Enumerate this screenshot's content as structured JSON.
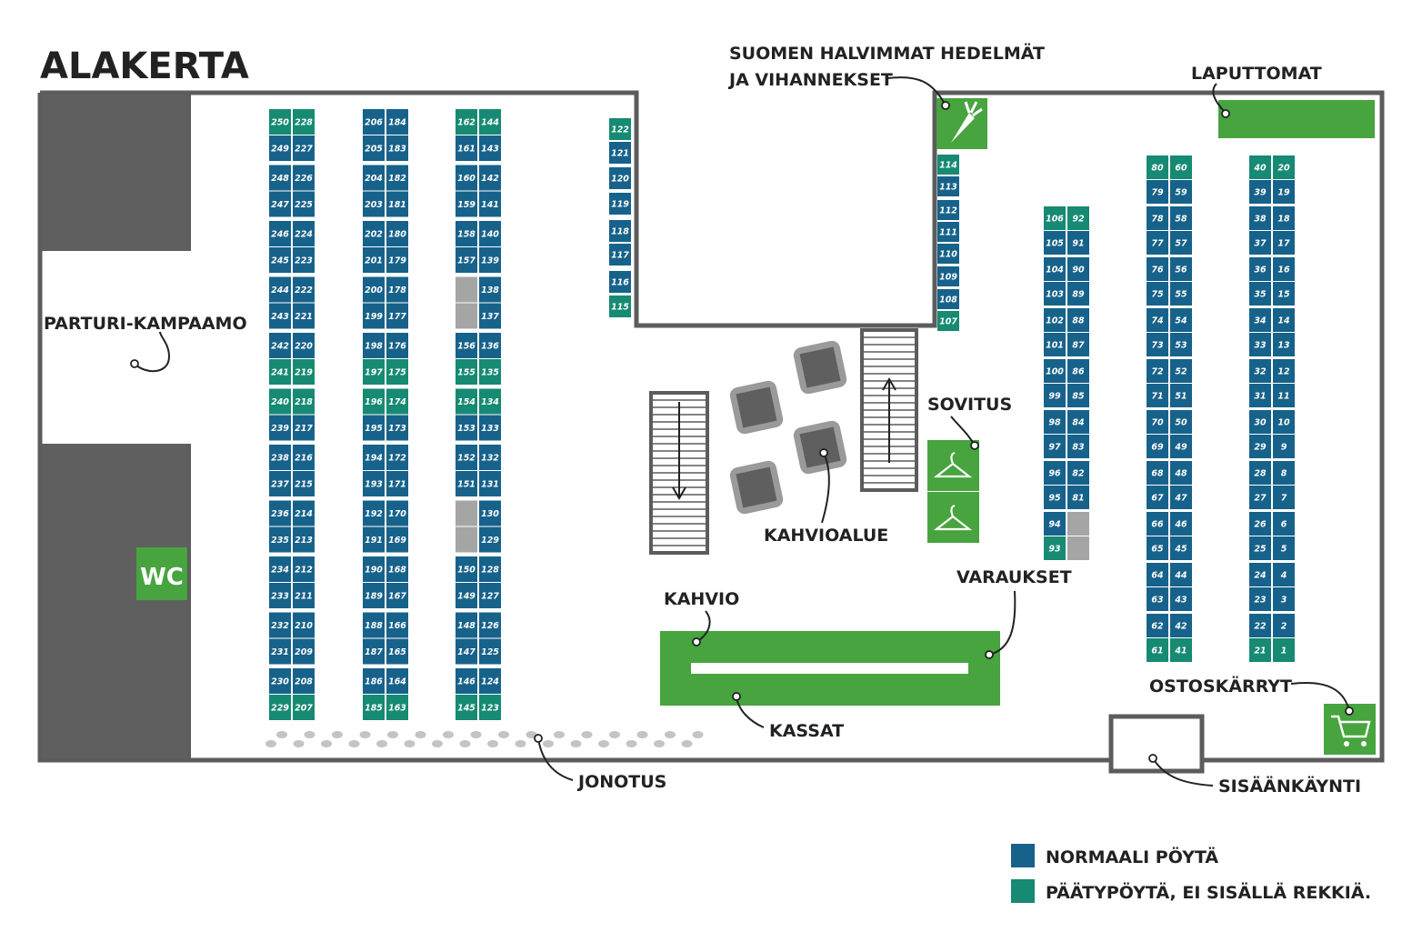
{
  "title": "ALAKERTA",
  "colors": {
    "normal": "#17628a",
    "end": "#168a72",
    "green": "#47a43f",
    "wall": "#5c5c5c",
    "dark_area": "#5f5f5f",
    "blocked": "#a5a5a5"
  },
  "labels": {
    "parturi": "PARTURI-KAMPAAMO",
    "wc": "WC",
    "hedelmat_1": "SUOMEN HALVIMMAT HEDELMÄT",
    "hedelmat_2": "JA VIHANNEKSET",
    "laputtomat": "LAPUTTOMAT",
    "sovitus": "SOVITUS",
    "kahvioalue": "KAHVIOALUE",
    "kahvio": "KAHVIO",
    "varaukset": "VARAUKSET",
    "kassat": "KASSAT",
    "jonotus": "JONOTUS",
    "ostoskarryt": "OSTOSKÄRRYT",
    "sisaankaynti": "SISÄÄNKÄYNTI"
  },
  "icons": {
    "fruit": "carrot-icon",
    "fitting": "hanger-icon",
    "cart": "shopping-cart-icon",
    "queue": "footprints-icon",
    "stairs": "stairs-icon",
    "cafe": "cafe-table-icon"
  },
  "legend": [
    {
      "label": "NORMAALI PÖYTÄ",
      "type": "normal"
    },
    {
      "label": "PÄÄTYPÖYTÄ, EI SISÄLLÄ REKKIÄ.",
      "type": "end"
    }
  ],
  "tables": {
    "block_a": [
      [
        "250",
        "228",
        "end"
      ],
      [
        "249",
        "227",
        "normal"
      ],
      [
        "248",
        "226",
        "normal"
      ],
      [
        "247",
        "225",
        "normal"
      ],
      [
        "246",
        "224",
        "normal"
      ],
      [
        "245",
        "223",
        "normal"
      ],
      [
        "244",
        "222",
        "normal"
      ],
      [
        "243",
        "221",
        "normal"
      ],
      [
        "242",
        "220",
        "normal"
      ],
      [
        "241",
        "219",
        "end"
      ],
      [
        "240",
        "218",
        "end"
      ],
      [
        "239",
        "217",
        "normal"
      ],
      [
        "238",
        "216",
        "normal"
      ],
      [
        "237",
        "215",
        "normal"
      ],
      [
        "236",
        "214",
        "normal"
      ],
      [
        "235",
        "213",
        "normal"
      ],
      [
        "234",
        "212",
        "normal"
      ],
      [
        "233",
        "211",
        "normal"
      ],
      [
        "232",
        "210",
        "normal"
      ],
      [
        "231",
        "209",
        "normal"
      ],
      [
        "230",
        "208",
        "normal"
      ],
      [
        "229",
        "207",
        "end"
      ]
    ],
    "block_b": [
      [
        "206",
        "184",
        "normal"
      ],
      [
        "205",
        "183",
        "normal"
      ],
      [
        "204",
        "182",
        "normal"
      ],
      [
        "203",
        "181",
        "normal"
      ],
      [
        "202",
        "180",
        "normal"
      ],
      [
        "201",
        "179",
        "normal"
      ],
      [
        "200",
        "178",
        "normal"
      ],
      [
        "199",
        "177",
        "normal"
      ],
      [
        "198",
        "176",
        "normal"
      ],
      [
        "197",
        "175",
        "end"
      ],
      [
        "196",
        "174",
        "end"
      ],
      [
        "195",
        "173",
        "normal"
      ],
      [
        "194",
        "172",
        "normal"
      ],
      [
        "193",
        "171",
        "normal"
      ],
      [
        "192",
        "170",
        "normal"
      ],
      [
        "191",
        "169",
        "normal"
      ],
      [
        "190",
        "168",
        "normal"
      ],
      [
        "189",
        "167",
        "normal"
      ],
      [
        "188",
        "166",
        "normal"
      ],
      [
        "187",
        "165",
        "normal"
      ],
      [
        "186",
        "164",
        "normal"
      ],
      [
        "185",
        "163",
        "end"
      ]
    ],
    "block_c": [
      [
        "162",
        "144",
        "end"
      ],
      [
        "161",
        "143",
        "normal"
      ],
      [
        "160",
        "142",
        "normal"
      ],
      [
        "159",
        "141",
        "normal"
      ],
      [
        "158",
        "140",
        "normal"
      ],
      [
        "157",
        "139",
        "normal"
      ],
      [
        "",
        "138",
        "normal"
      ],
      [
        "",
        "137",
        "normal"
      ],
      [
        "156",
        "136",
        "normal"
      ],
      [
        "155",
        "135",
        "end"
      ],
      [
        "154",
        "134",
        "end"
      ],
      [
        "153",
        "133",
        "normal"
      ],
      [
        "152",
        "132",
        "normal"
      ],
      [
        "151",
        "131",
        "normal"
      ],
      [
        "",
        "130",
        "normal"
      ],
      [
        "",
        "129",
        "normal"
      ],
      [
        "150",
        "128",
        "normal"
      ],
      [
        "149",
        "127",
        "normal"
      ],
      [
        "148",
        "126",
        "normal"
      ],
      [
        "147",
        "125",
        "normal"
      ],
      [
        "146",
        "124",
        "normal"
      ],
      [
        "145",
        "123",
        "end"
      ]
    ],
    "single_d": [
      [
        "122",
        "end"
      ],
      [
        "121",
        "normal"
      ],
      [
        "120",
        "normal"
      ],
      [
        "119",
        "normal"
      ],
      [
        "118",
        "normal"
      ],
      [
        "117",
        "normal"
      ],
      [
        "116",
        "normal"
      ],
      [
        "115",
        "end"
      ]
    ],
    "single_e": [
      [
        "114",
        "end"
      ],
      [
        "113",
        "normal"
      ],
      [
        "112",
        "normal"
      ],
      [
        "111",
        "normal"
      ],
      [
        "110",
        "normal"
      ],
      [
        "109",
        "normal"
      ],
      [
        "108",
        "normal"
      ],
      [
        "107",
        "end"
      ]
    ],
    "block_f": [
      [
        "106",
        "92",
        "end"
      ],
      [
        "105",
        "91",
        "normal"
      ],
      [
        "104",
        "90",
        "normal"
      ],
      [
        "103",
        "89",
        "normal"
      ],
      [
        "102",
        "88",
        "normal"
      ],
      [
        "101",
        "87",
        "normal"
      ],
      [
        "100",
        "86",
        "normal"
      ],
      [
        "99",
        "85",
        "normal"
      ],
      [
        "98",
        "84",
        "normal"
      ],
      [
        "97",
        "83",
        "normal"
      ],
      [
        "96",
        "82",
        "normal"
      ],
      [
        "95",
        "81",
        "normal"
      ],
      [
        "94",
        "",
        "normal"
      ],
      [
        "93",
        "",
        "end"
      ]
    ],
    "block_g": [
      [
        "80",
        "60",
        "end"
      ],
      [
        "79",
        "59",
        "normal"
      ],
      [
        "78",
        "58",
        "normal"
      ],
      [
        "77",
        "57",
        "normal"
      ],
      [
        "76",
        "56",
        "normal"
      ],
      [
        "75",
        "55",
        "normal"
      ],
      [
        "74",
        "54",
        "normal"
      ],
      [
        "73",
        "53",
        "normal"
      ],
      [
        "72",
        "52",
        "normal"
      ],
      [
        "71",
        "51",
        "normal"
      ],
      [
        "70",
        "50",
        "normal"
      ],
      [
        "69",
        "49",
        "normal"
      ],
      [
        "68",
        "48",
        "normal"
      ],
      [
        "67",
        "47",
        "normal"
      ],
      [
        "66",
        "46",
        "normal"
      ],
      [
        "65",
        "45",
        "normal"
      ],
      [
        "64",
        "44",
        "normal"
      ],
      [
        "63",
        "43",
        "normal"
      ],
      [
        "62",
        "42",
        "normal"
      ],
      [
        "61",
        "41",
        "end"
      ]
    ],
    "block_h": [
      [
        "40",
        "20",
        "end"
      ],
      [
        "39",
        "19",
        "normal"
      ],
      [
        "38",
        "18",
        "normal"
      ],
      [
        "37",
        "17",
        "normal"
      ],
      [
        "36",
        "16",
        "normal"
      ],
      [
        "35",
        "15",
        "normal"
      ],
      [
        "34",
        "14",
        "normal"
      ],
      [
        "33",
        "13",
        "normal"
      ],
      [
        "32",
        "12",
        "normal"
      ],
      [
        "31",
        "11",
        "normal"
      ],
      [
        "30",
        "10",
        "normal"
      ],
      [
        "29",
        "9",
        "normal"
      ],
      [
        "28",
        "8",
        "normal"
      ],
      [
        "27",
        "7",
        "normal"
      ],
      [
        "26",
        "6",
        "normal"
      ],
      [
        "25",
        "5",
        "normal"
      ],
      [
        "24",
        "4",
        "normal"
      ],
      [
        "23",
        "3",
        "normal"
      ],
      [
        "22",
        "2",
        "normal"
      ],
      [
        "21",
        "1",
        "end"
      ]
    ]
  }
}
